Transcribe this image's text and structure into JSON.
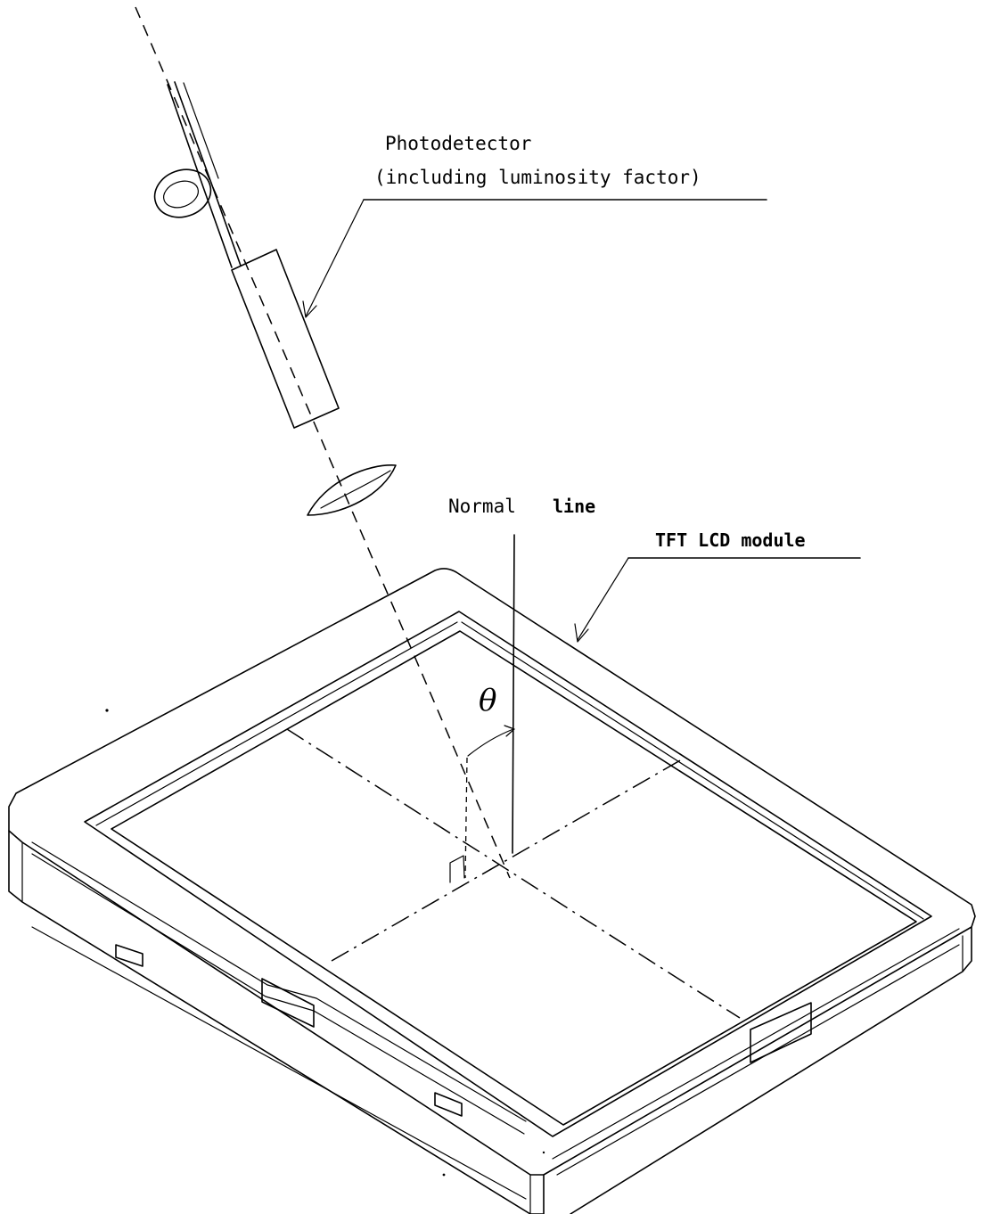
{
  "labels": {
    "photodetector_line1": "Photodetector",
    "photodetector_line2": "(including luminosity factor)",
    "normal_prefix": "Normal",
    "normal_suffix": "line",
    "module": "TFT LCD module",
    "angle_symbol": "θ"
  }
}
